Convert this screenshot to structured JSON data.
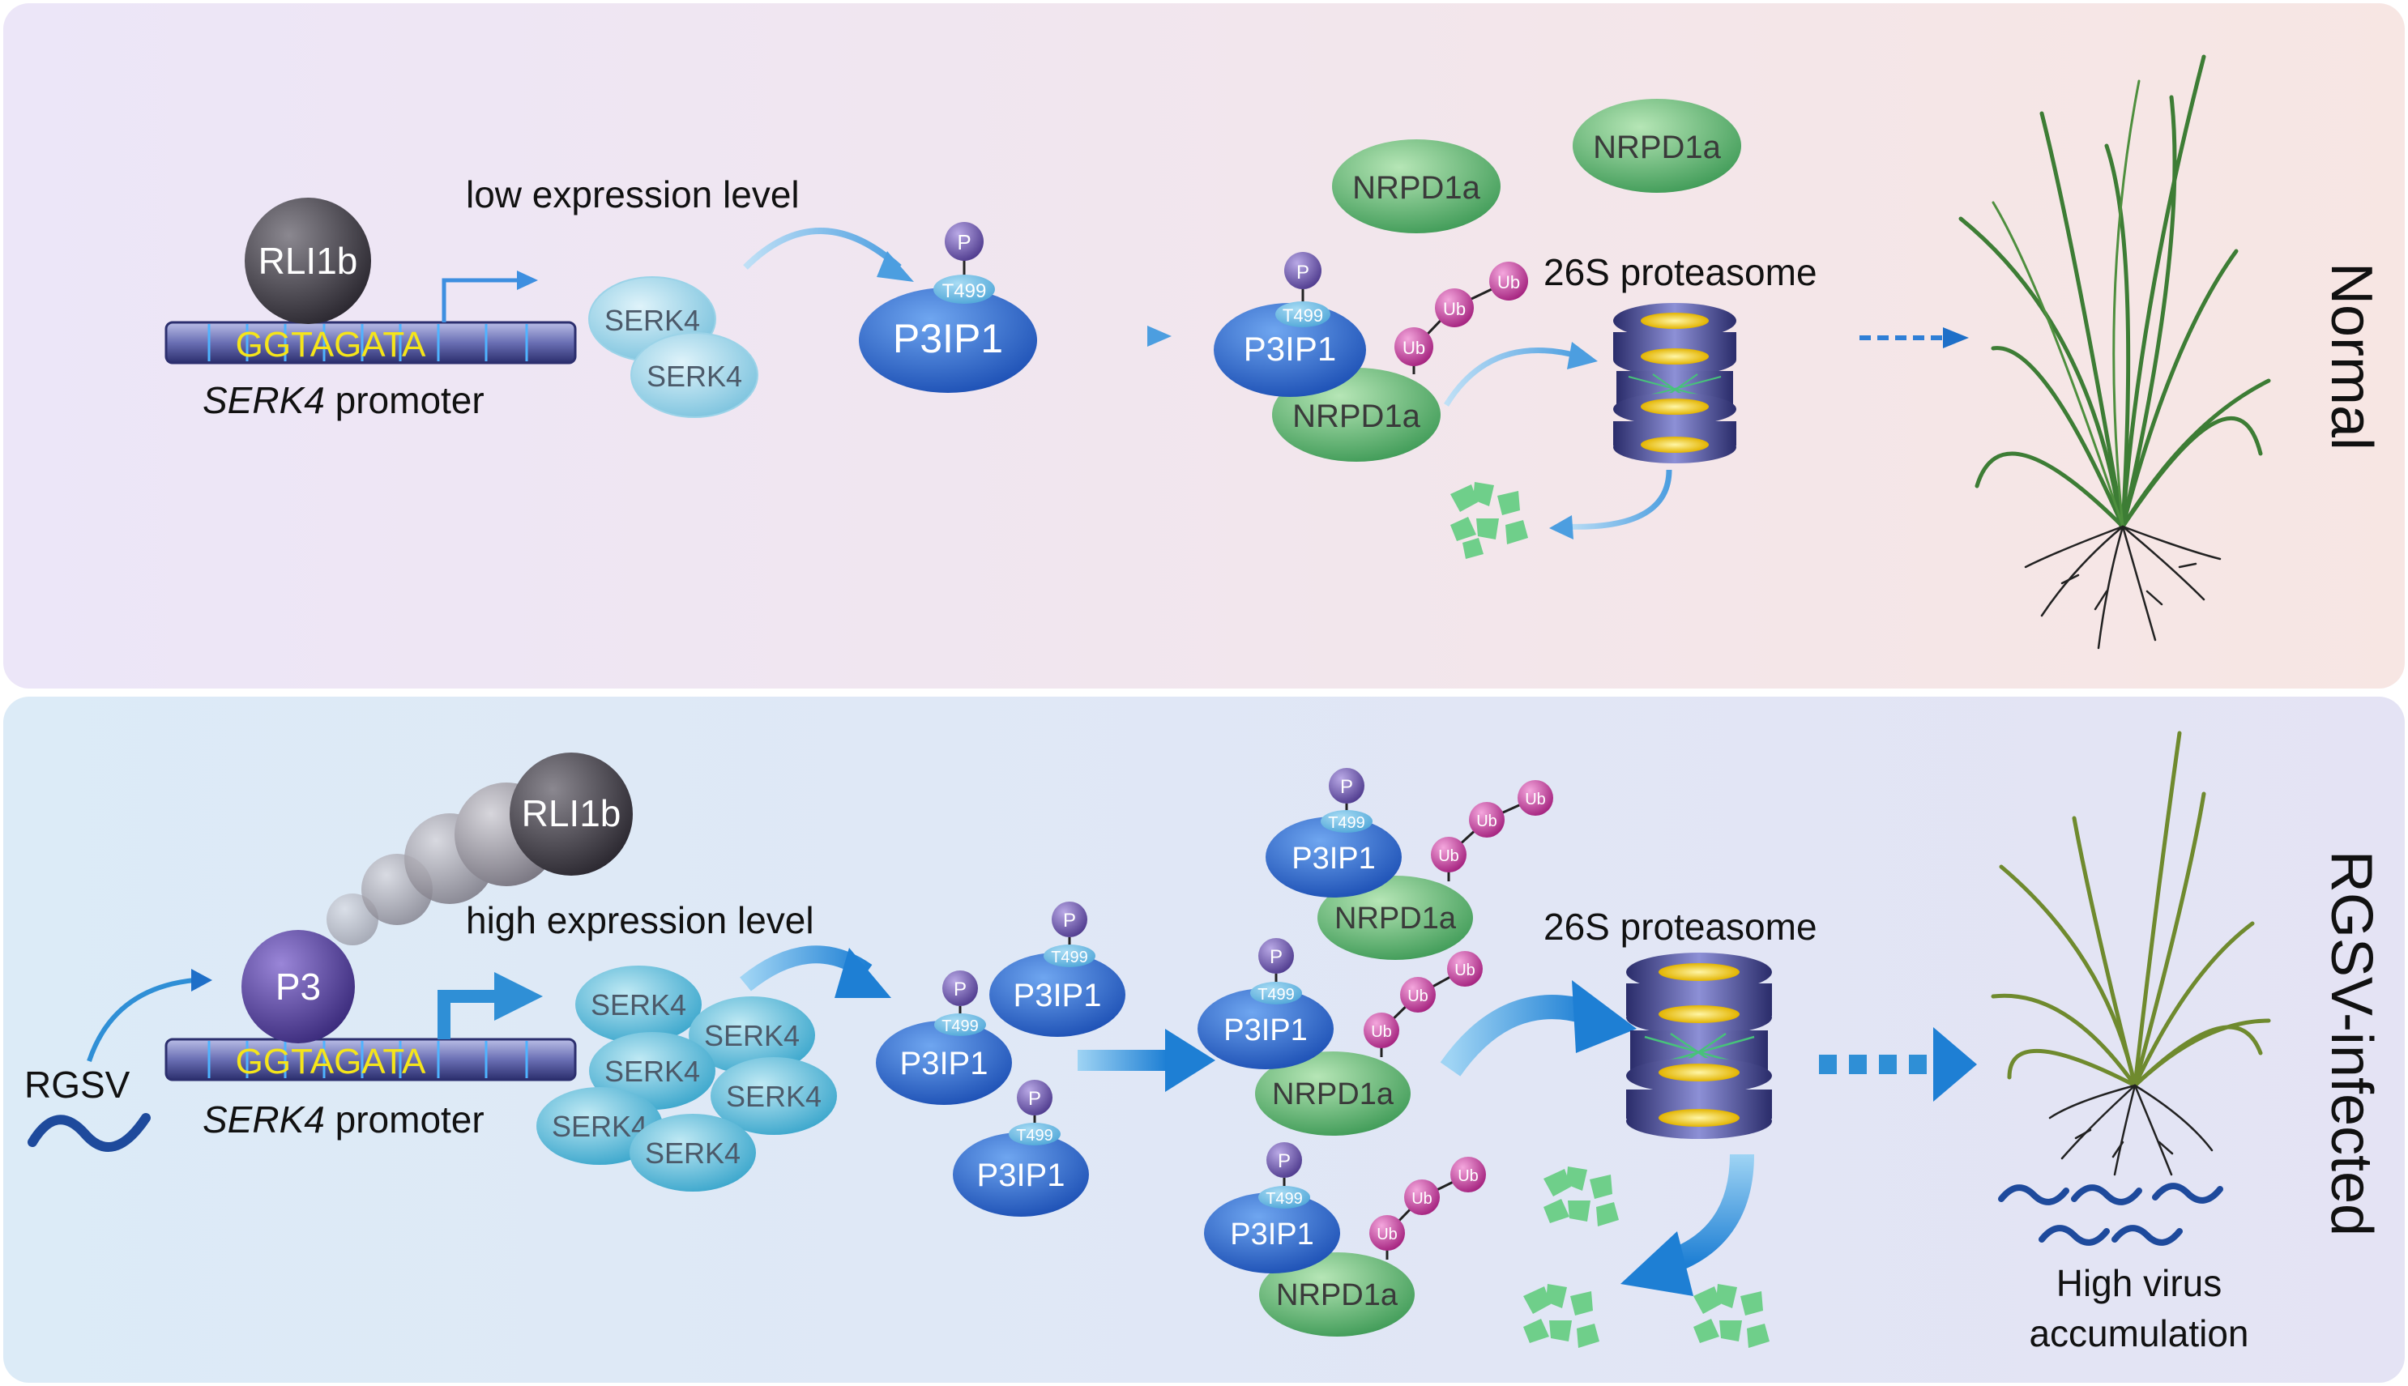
{
  "panels": {
    "normal": {
      "side_label": "Normal",
      "expression_label": "low expression level",
      "repressor": "RLI1b",
      "motif": "GGTAGATA",
      "promoter_gene": "SERK4",
      "promoter_word": " promoter",
      "serk4": "SERK4",
      "p3ip1": "P3IP1",
      "phospho": "P",
      "site": "T499",
      "nrpd1a": "NRPD1a",
      "ub": "Ub",
      "proteasome": "26S proteasome"
    },
    "infected": {
      "side_label": "RGSV-infected",
      "expression_label": "high expression level",
      "repressor": "RLI1b",
      "viral_protein": "P3",
      "virus": "RGSV",
      "motif": "GGTAGATA",
      "promoter_gene": "SERK4",
      "promoter_word": " promoter",
      "serk4": "SERK4",
      "p3ip1": "P3IP1",
      "phospho": "P",
      "site": "T499",
      "nrpd1a": "NRPD1a",
      "ub": "Ub",
      "proteasome": "26S proteasome",
      "outcome_line1": "High virus",
      "outcome_line2": "accumulation"
    }
  },
  "colors": {
    "serk4": "#8fd0e6",
    "p3ip1": "#2a66c9",
    "nrpd1a": "#46a85e",
    "ub": "#c4359e",
    "phospho": "#6a54a6",
    "motif_text": "#f5e51a",
    "arrow": "#2f8fd6"
  }
}
